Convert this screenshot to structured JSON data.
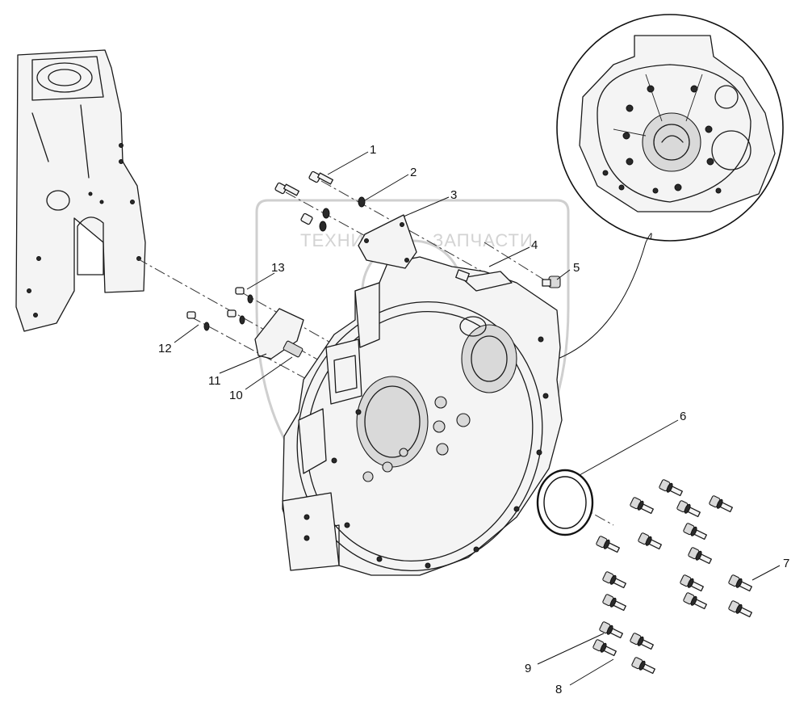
{
  "watermark": {
    "left_text": "ТЕХНИКА",
    "right_text": "ЗАПЧАСТИ",
    "gear_color": "#c9c9c9"
  },
  "callouts": [
    {
      "id": "c1",
      "label": "1"
    },
    {
      "id": "c2",
      "label": "2"
    },
    {
      "id": "c3",
      "label": "3"
    },
    {
      "id": "c4",
      "label": "4"
    },
    {
      "id": "c5",
      "label": "5"
    },
    {
      "id": "c6",
      "label": "6"
    },
    {
      "id": "c7",
      "label": "7"
    },
    {
      "id": "c8",
      "label": "8"
    },
    {
      "id": "c9",
      "label": "9"
    },
    {
      "id": "c10",
      "label": "10"
    },
    {
      "id": "c11",
      "label": "11"
    },
    {
      "id": "c12",
      "label": "12"
    },
    {
      "id": "c13",
      "label": "13"
    }
  ],
  "colors": {
    "line": "#1a1a1a",
    "part_fill": "#f4f4f4",
    "watermark": "#d3d3d3"
  }
}
